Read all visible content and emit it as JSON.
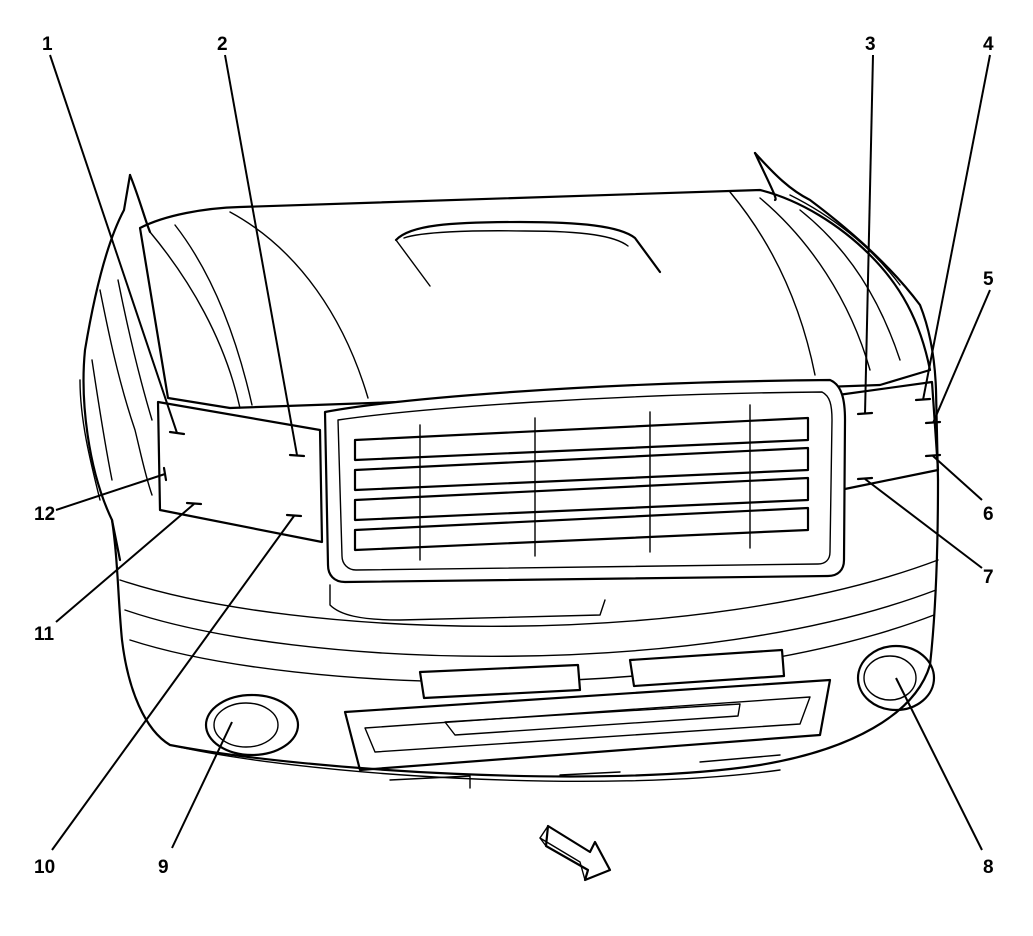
{
  "callouts": [
    {
      "id": "1",
      "label": "1"
    },
    {
      "id": "2",
      "label": "2"
    },
    {
      "id": "3",
      "label": "3"
    },
    {
      "id": "4",
      "label": "4"
    },
    {
      "id": "5",
      "label": "5"
    },
    {
      "id": "6",
      "label": "6"
    },
    {
      "id": "7",
      "label": "7"
    },
    {
      "id": "8",
      "label": "8"
    },
    {
      "id": "9",
      "label": "9"
    },
    {
      "id": "10",
      "label": "10"
    },
    {
      "id": "11",
      "label": "11"
    },
    {
      "id": "12",
      "label": "12"
    }
  ],
  "icons": {
    "view_direction": "forward-arrow-icon"
  }
}
